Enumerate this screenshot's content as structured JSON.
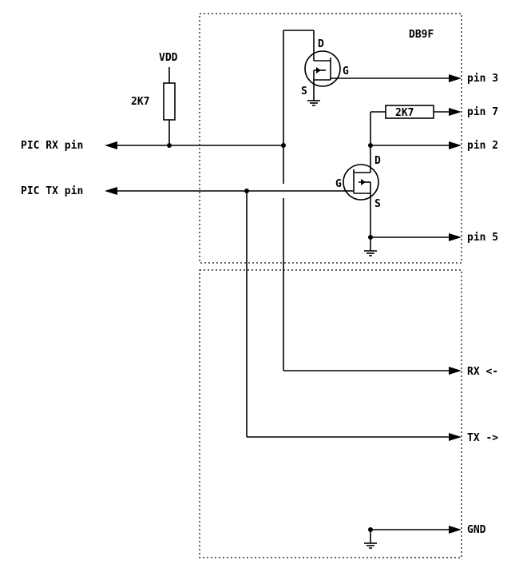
{
  "labels": {
    "vdd": "VDD",
    "r1": "2K7",
    "r2": "2K7",
    "connector": "DB9F",
    "pic_rx": "PIC RX pin",
    "pic_tx": "PIC TX pin",
    "pin3": "pin 3",
    "pin7": "pin 7",
    "pin2": "pin 2",
    "pin5": "pin 5",
    "rx": "RX <-",
    "tx": "TX ->",
    "gnd": "GND"
  },
  "mosfet_top": {
    "drain": "D",
    "gate": "G",
    "source": "S"
  },
  "mosfet_bottom": {
    "drain": "D",
    "gate": "G",
    "source": "S"
  }
}
